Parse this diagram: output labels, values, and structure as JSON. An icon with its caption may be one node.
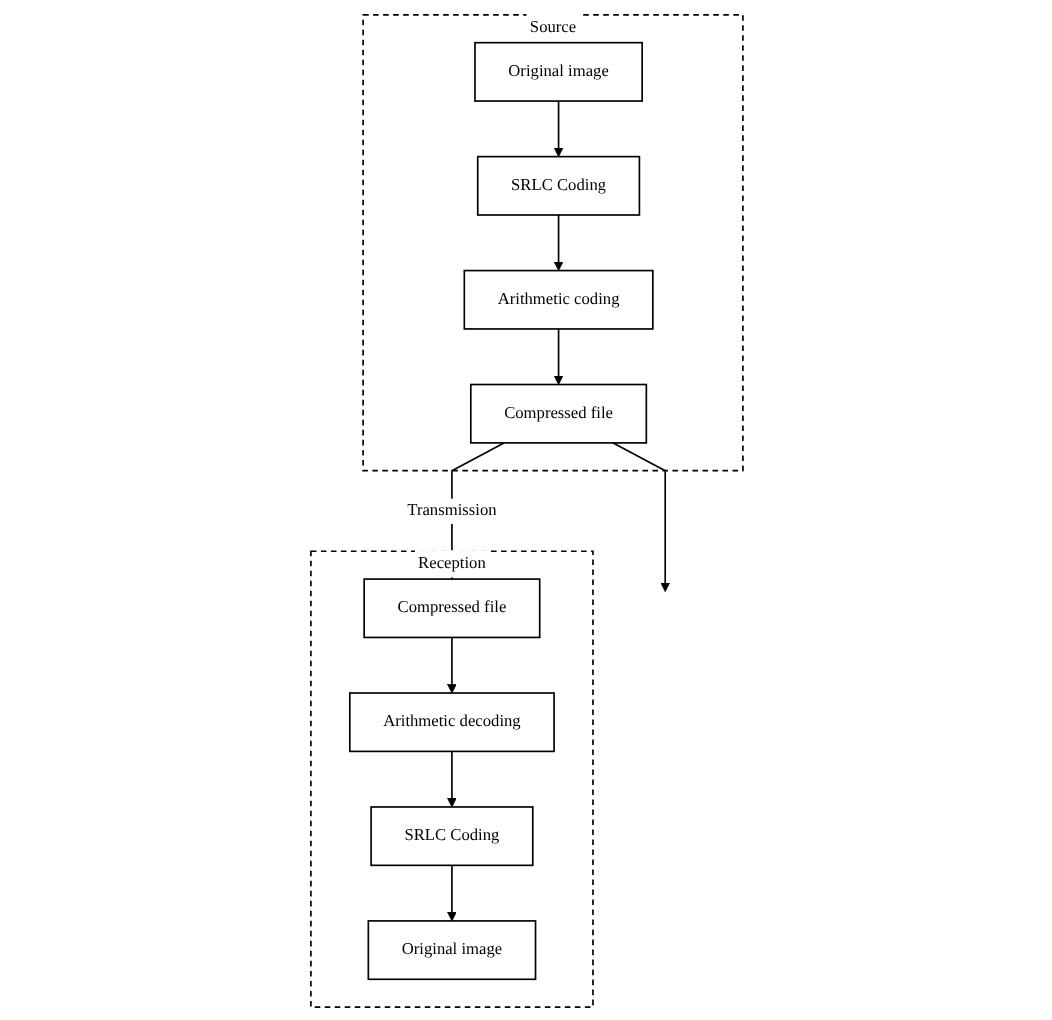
{
  "diagram": {
    "nodes": [
      {
        "text": [
          "Source"
        ]
      },
      {
        "text": [
          "Original image"
        ],
        "in": 0
      },
      {
        "text": [
          "SRLC Coding"
        ],
        "in": 0
      },
      {
        "text": [
          "Arithmetic coding"
        ],
        "in": 0
      },
      {
        "text": [
          "Compressed file"
        ],
        "in": 0
      },
      {
        "text": [
          "Reception"
        ]
      },
      {
        "text": [
          "Original image"
        ],
        "in": 5
      },
      {
        "text": [
          "SRLC Coding"
        ],
        "in": 5
      },
      {
        "text": [
          "Arithmetic decoding"
        ],
        "in": 5
      },
      {
        "text": [
          "Compressed file"
        ],
        "in": 5
      }
    ],
    "edges": [
      {
        "from": 1,
        "to": 2,
        "arrow": "to"
      },
      {
        "from": 2,
        "to": 3,
        "arrow": "to"
      },
      {
        "from": 3,
        "to": 4,
        "arrow": "to"
      },
      {
        "from": 4,
        "to": 9,
        "arrow": "none",
        "label": "Transmission"
      },
      {
        "from": 4,
        "to": null,
        "arrow": "to"
      },
      {
        "from": 9,
        "to": 8,
        "arrow": "to"
      },
      {
        "from": 8,
        "to": 7,
        "arrow": "to"
      },
      {
        "from": 7,
        "to": 6,
        "arrow": "to"
      }
    ]
  }
}
